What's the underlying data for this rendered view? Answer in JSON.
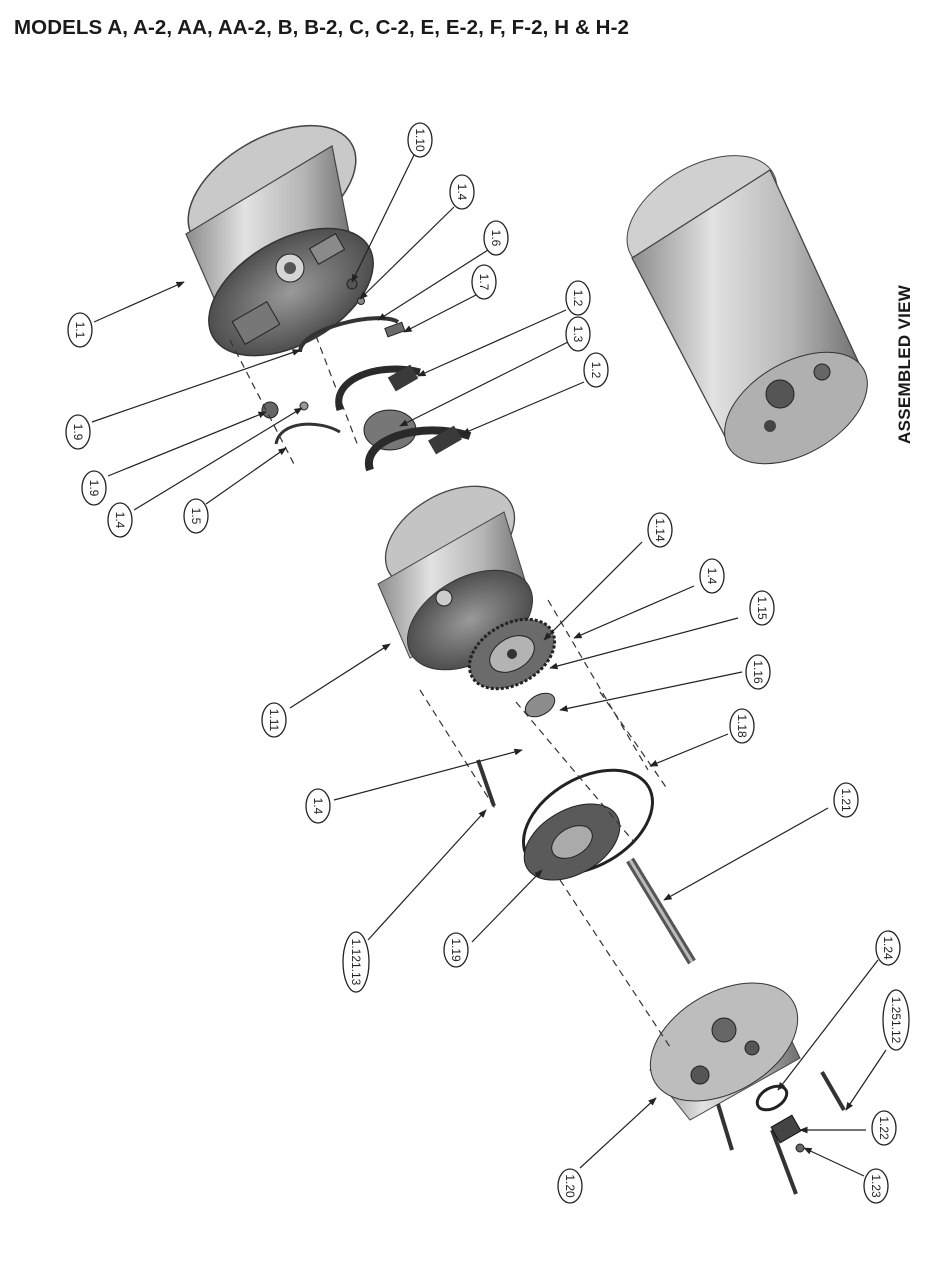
{
  "title": "MODELS A, A-2, AA, AA-2, B, B-2, C, C-2, E, E-2, F, F-2, H & H-2",
  "assembled_view_label": "ASSEMBLED VIEW",
  "colors": {
    "outline": "#222222",
    "body_light": "#d9d9d9",
    "body_mid": "#a9a9a9",
    "body_dark": "#5a5a5a"
  },
  "callouts": [
    {
      "id": "c-1-10",
      "label": "1.10"
    },
    {
      "id": "c-1-4a",
      "label": "1.4"
    },
    {
      "id": "c-1-6",
      "label": "1.6"
    },
    {
      "id": "c-1-7",
      "label": "1.7"
    },
    {
      "id": "c-1-2a",
      "label": "1.2"
    },
    {
      "id": "c-1-3",
      "label": "1.3"
    },
    {
      "id": "c-1-2b",
      "label": "1.2"
    },
    {
      "id": "c-1-1",
      "label": "1.1"
    },
    {
      "id": "c-1-9a",
      "label": "1.9"
    },
    {
      "id": "c-1-9b",
      "label": "1.9"
    },
    {
      "id": "c-1-4b",
      "label": "1.4"
    },
    {
      "id": "c-1-5",
      "label": "1.5"
    },
    {
      "id": "c-1-14",
      "label": "1.14"
    },
    {
      "id": "c-1-4c",
      "label": "1.4"
    },
    {
      "id": "c-1-15",
      "label": "1.15"
    },
    {
      "id": "c-1-16",
      "label": "1.16"
    },
    {
      "id": "c-1-11",
      "label": "1.11"
    },
    {
      "id": "c-1-18",
      "label": "1.18"
    },
    {
      "id": "c-1-4d",
      "label": "1.4"
    },
    {
      "id": "c-1-21",
      "label": "1.21"
    },
    {
      "id": "c-1-12-13",
      "label": "1.121.13"
    },
    {
      "id": "c-1-19",
      "label": "1.19"
    },
    {
      "id": "c-1-24",
      "label": "1.24"
    },
    {
      "id": "c-1-25-12",
      "label": "1.251.12"
    },
    {
      "id": "c-1-22",
      "label": "1.22"
    },
    {
      "id": "c-1-20",
      "label": "1.20"
    },
    {
      "id": "c-1-23",
      "label": "1.23"
    }
  ]
}
